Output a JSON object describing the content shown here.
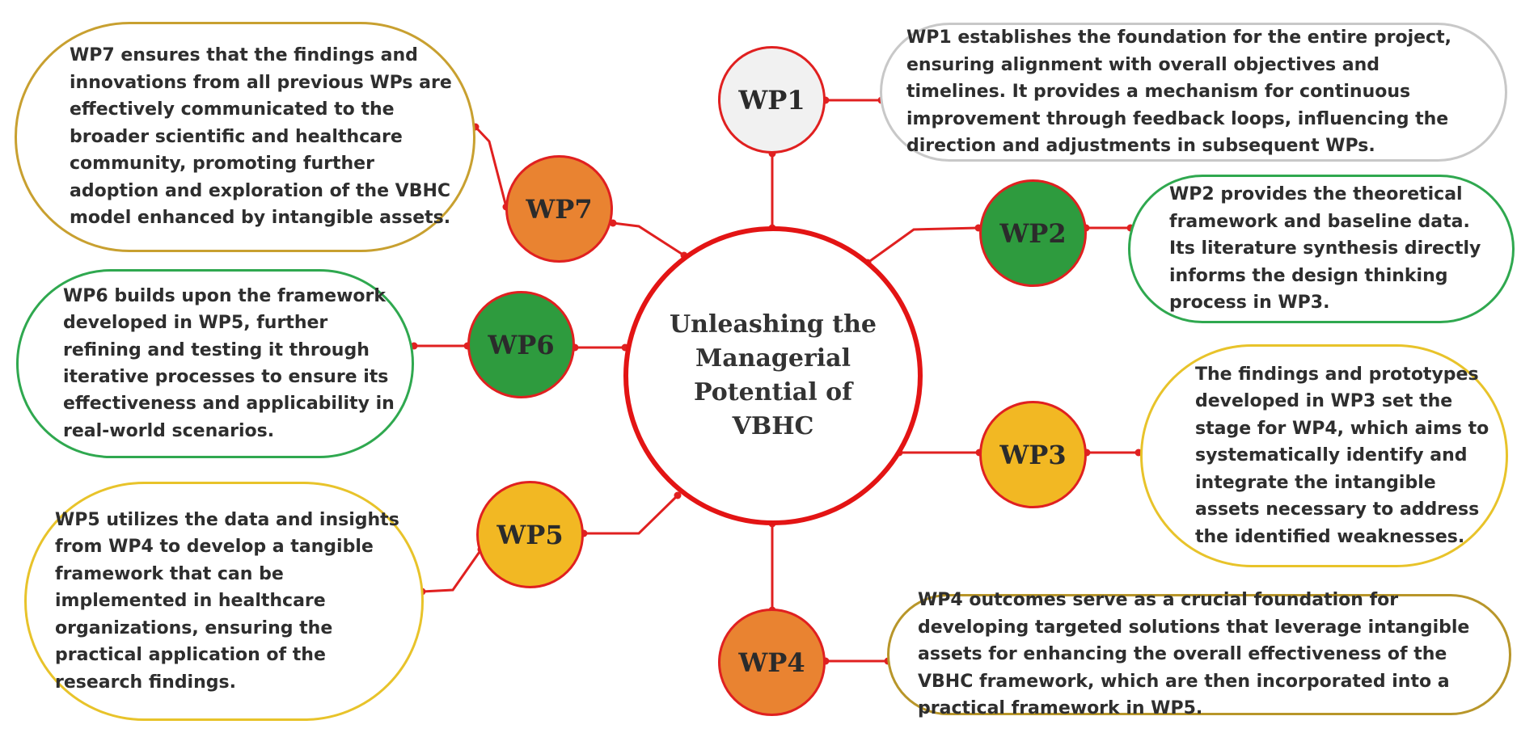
{
  "center": {
    "title": "Unleashing the Managerial Potential of VBHC"
  },
  "nodes": [
    {
      "id": "wp1",
      "label": "WP1",
      "color": "#f1f1f1",
      "description": "WP1 establishes the foundation for the entire project, ensuring alignment with overall objectives and timelines. It provides a mechanism for continuous improvement through feedback loops, influencing the direction and adjustments in subsequent WPs."
    },
    {
      "id": "wp2",
      "label": "WP2",
      "color": "#2e9b3e",
      "description": "WP2 provides the theoretical framework and baseline data. Its literature synthesis directly informs the design thinking process in WP3."
    },
    {
      "id": "wp3",
      "label": "WP3",
      "color": "#f2b823",
      "description": "The findings and prototypes developed in WP3 set the stage for WP4, which aims to systematically identify and integrate the intangible assets necessary to address the identified weaknesses."
    },
    {
      "id": "wp4",
      "label": "WP4",
      "color": "#e98331",
      "description": "WP4 outcomes serve as a crucial foundation for developing targeted solutions that leverage intangible assets for enhancing the overall effectiveness of the VBHC framework, which are then incorporated into a practical framework in WP5."
    },
    {
      "id": "wp5",
      "label": "WP5",
      "color": "#f2b823",
      "description": "WP5 utilizes the data and insights from WP4 to develop a tangible framework that can be implemented in healthcare organizations, ensuring the practical application of the research findings."
    },
    {
      "id": "wp6",
      "label": "WP6",
      "color": "#2e9b3e",
      "description": "WP6 builds upon the framework developed in WP5, further refining and testing it through iterative processes to ensure its effectiveness and applicability in real-world scenarios."
    },
    {
      "id": "wp7",
      "label": "WP7",
      "color": "#e98331",
      "description": "WP7 ensures that the findings and innovations from all previous WPs are effectively communicated to the broader scientific and healthcare community, promoting further adoption and exploration of the VBHC model enhanced by intangible assets."
    }
  ],
  "colors": {
    "connector": "#e02020",
    "center_border": "#e31414"
  }
}
